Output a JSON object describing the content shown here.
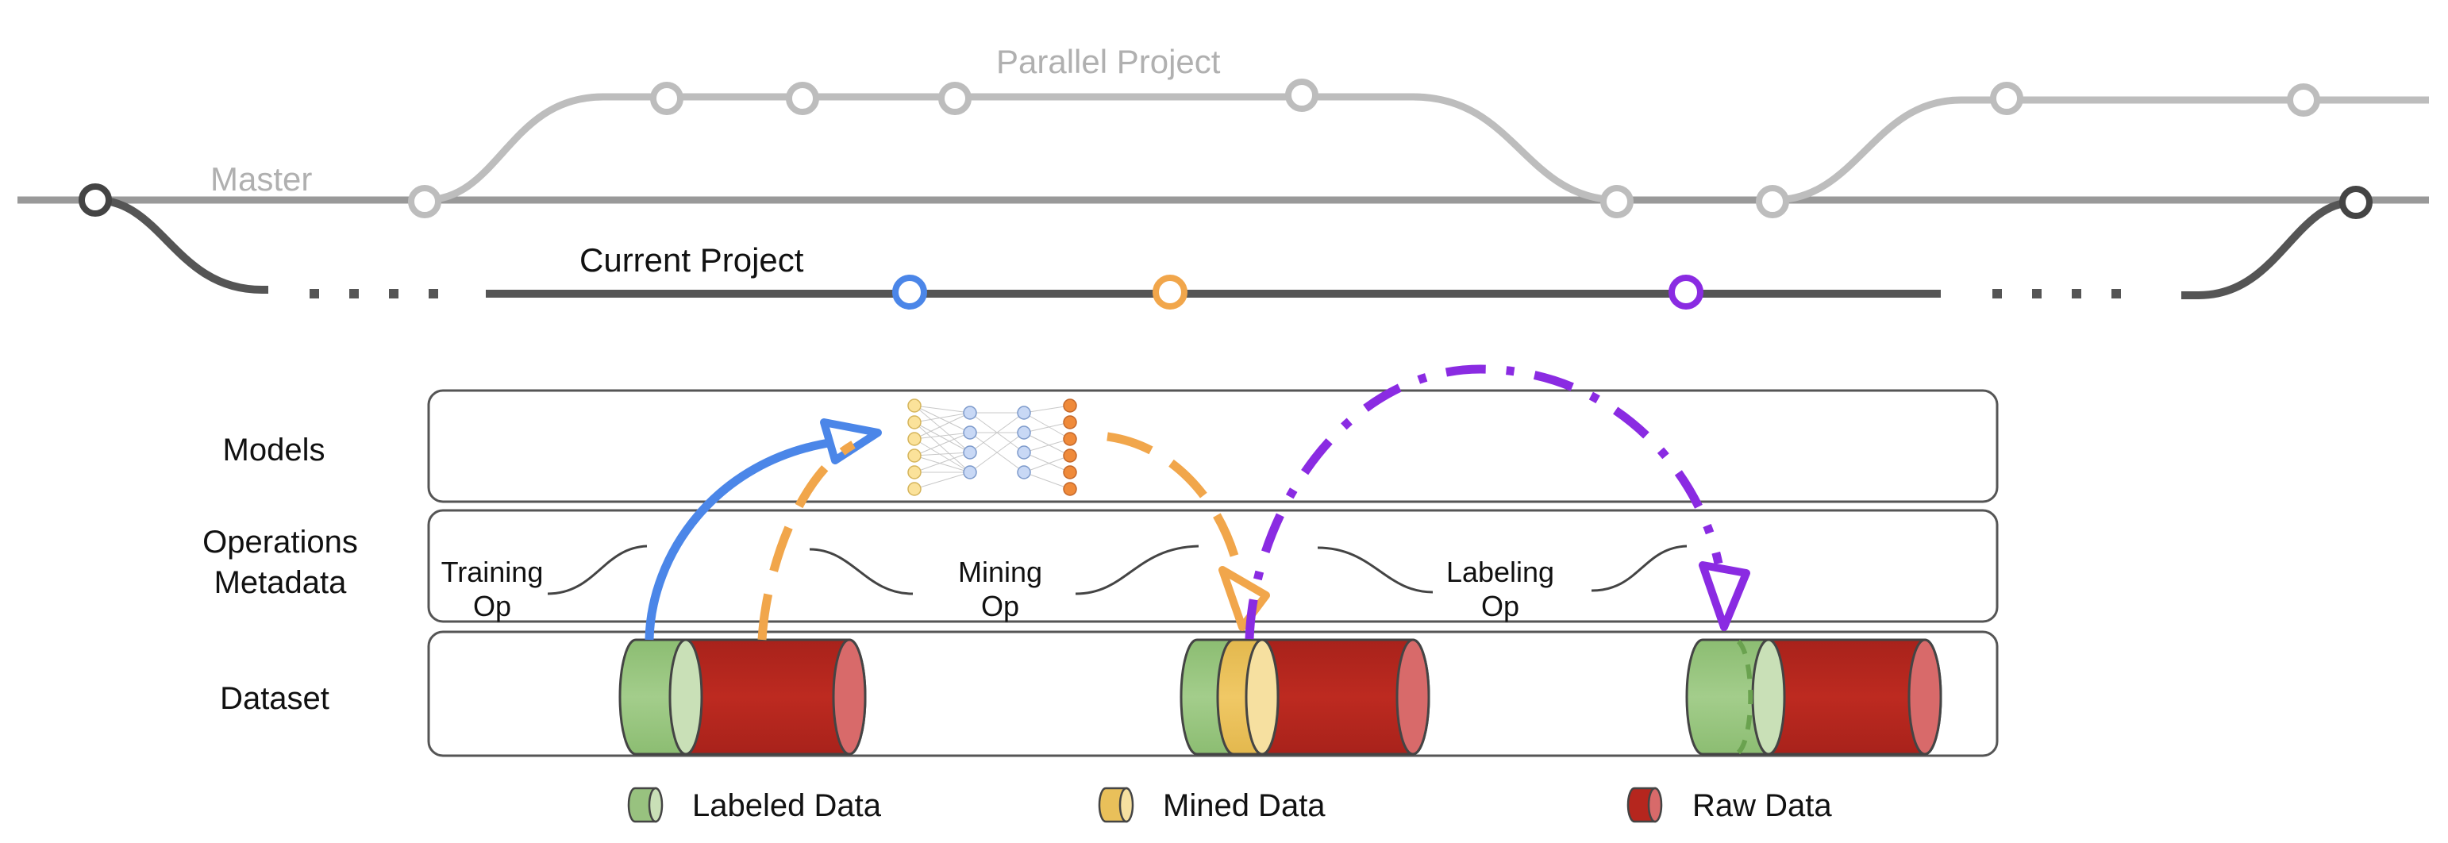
{
  "branches": {
    "master_label": "Master",
    "parallel_label": "Parallel Project",
    "current_label": "Current Project",
    "ellipsis": ". . . ."
  },
  "rows": {
    "models": "Models",
    "operations_line1": "Operations",
    "operations_line2": "Metadata",
    "dataset": "Dataset"
  },
  "ops": [
    {
      "line1": "Training",
      "line2": "Op"
    },
    {
      "line1": "Mining",
      "line2": "Op"
    },
    {
      "line1": "Labeling",
      "line2": "Op"
    }
  ],
  "legend": [
    {
      "label": "Labeled Data",
      "color": "#98c27f"
    },
    {
      "label": "Mined Data",
      "color": "#e9c05a"
    },
    {
      "label": "Raw Data",
      "color": "#b5261e"
    }
  ],
  "colors": {
    "master": "#999999",
    "parallel": "#b9b9b9",
    "current": "#555555",
    "training": "#4b86e8",
    "mining": "#f1a64b",
    "labeling": "#8a2be2",
    "labeled": "#98c27f",
    "mined": "#e9c05a",
    "raw": "#b5261e"
  }
}
